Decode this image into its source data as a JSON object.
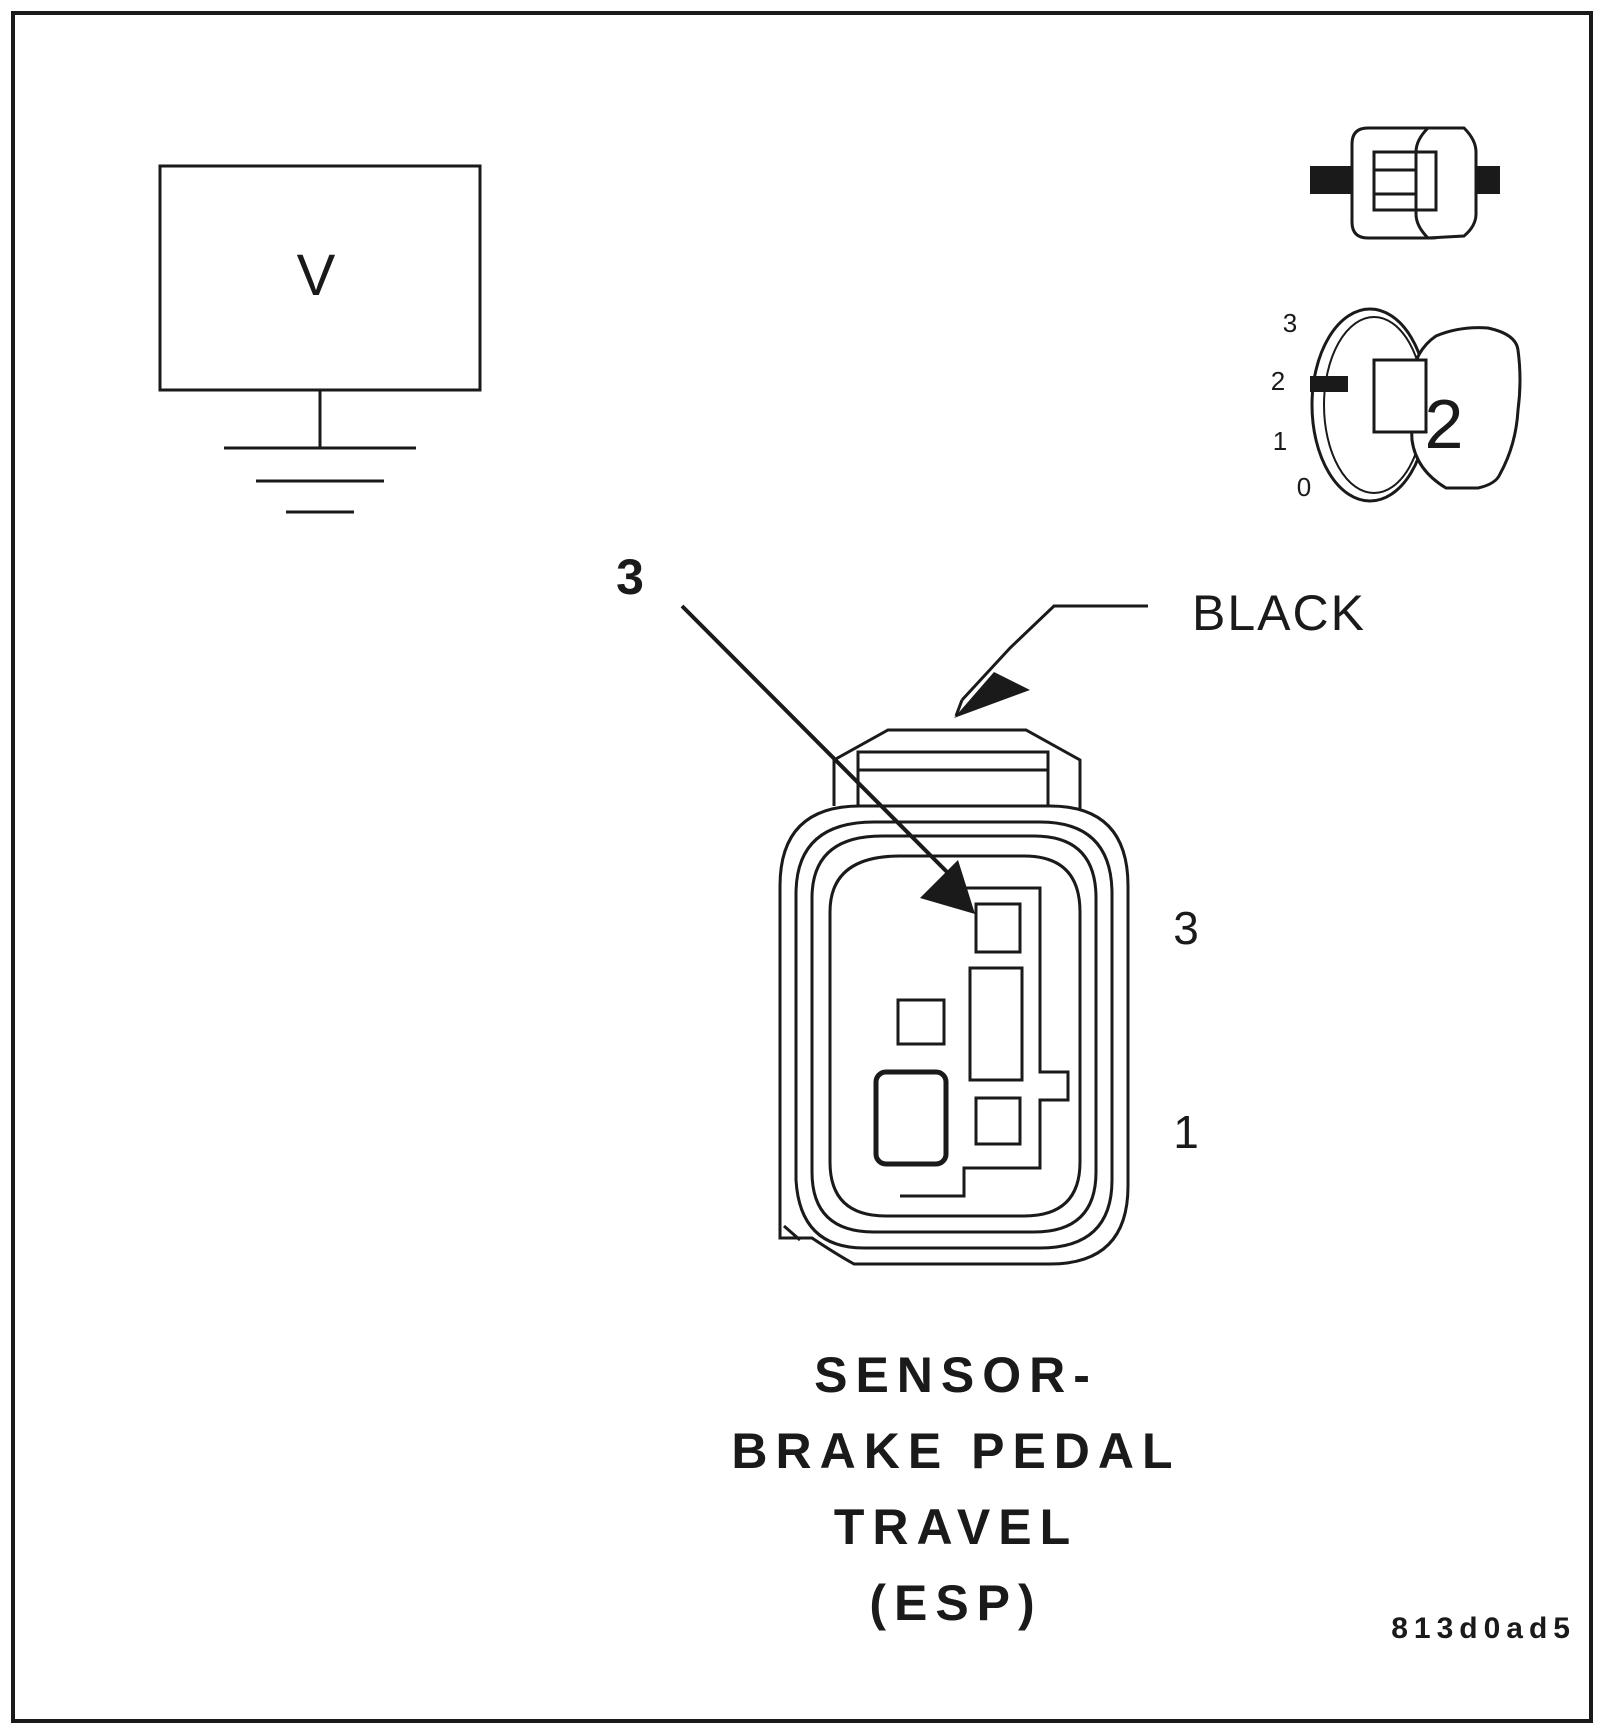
{
  "meter": {
    "symbol": "V"
  },
  "ignition": {
    "positions": [
      "3",
      "2",
      "1",
      "0"
    ],
    "selected_position": "2"
  },
  "callout": {
    "pin_number": "3",
    "wire_color": "BLACK"
  },
  "connector": {
    "pin_labels": [
      "3",
      "1"
    ],
    "caption_lines": [
      "SENSOR-",
      "BRAKE PEDAL",
      "TRAVEL",
      "(ESP)"
    ]
  },
  "figure_id": "813d0ad5"
}
